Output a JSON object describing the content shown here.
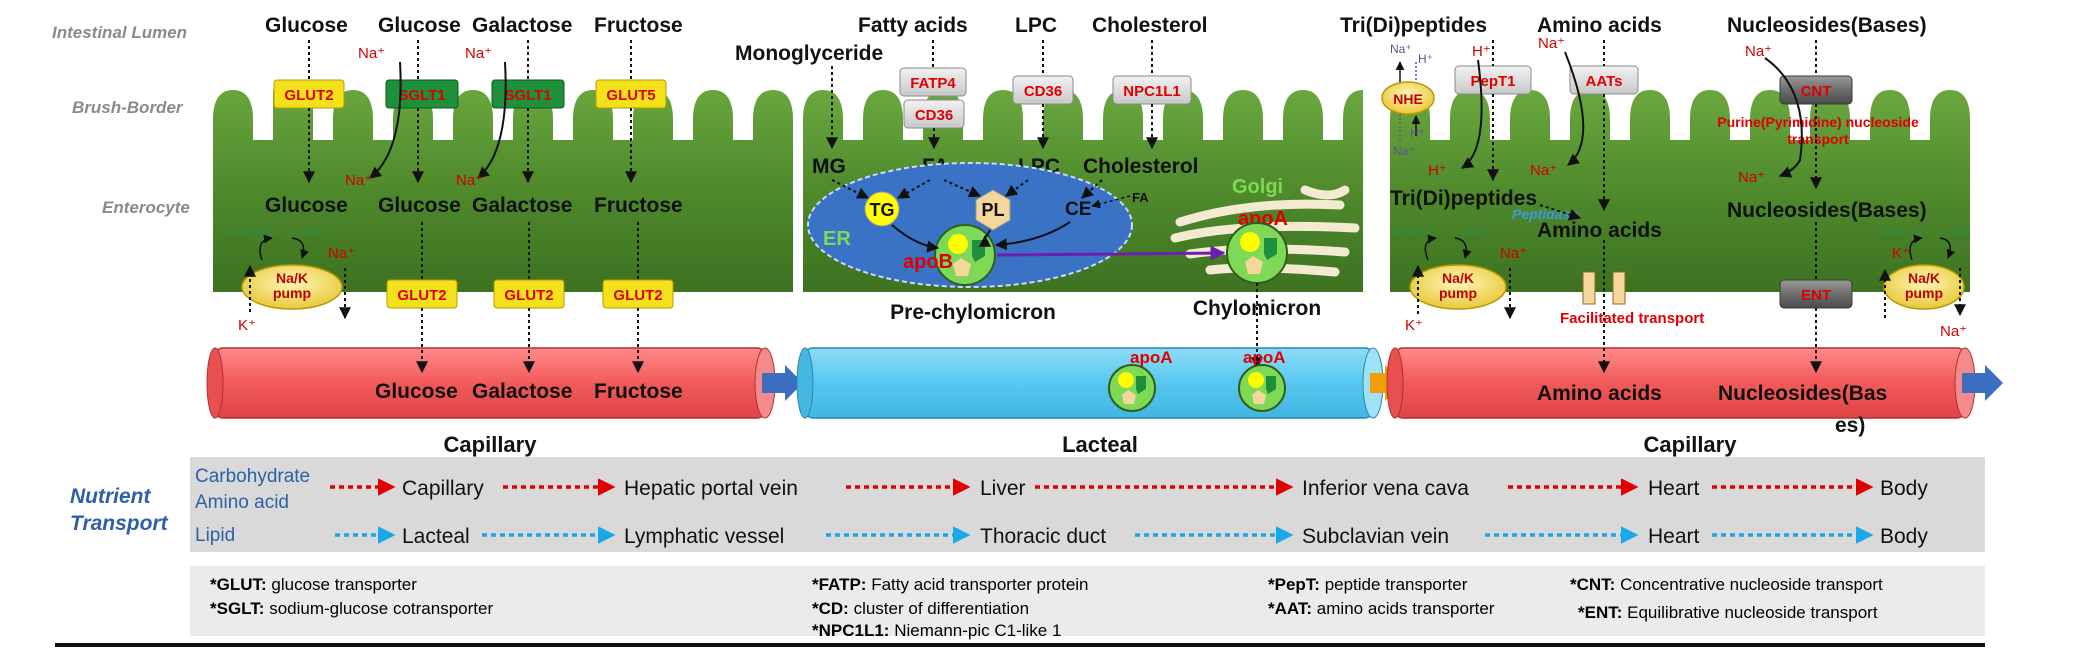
{
  "colors": {
    "enterocyte_green": "#4f8a2c",
    "capillary_red": "#f25a5a",
    "lacteal_blue": "#56c8ef",
    "er_blue": "#3a72c6",
    "glut_yellow": "#f3e11c",
    "sglt_green": "#1e8f3a",
    "route_red": "#e00000",
    "route_blue": "#19a8e8",
    "nutrient_blue": "#2e60a8"
  },
  "side_labels": {
    "lumen": "Intestinal Lumen",
    "brush": "Brush-Border",
    "enterocyte": "Enterocyte"
  },
  "panel1": {
    "lumen_labels": [
      "Glucose",
      "Glucose",
      "Galactose",
      "Fructose"
    ],
    "transporters": [
      "GLUT2",
      "SGLT1",
      "SGLT1",
      "GLUT5"
    ],
    "cell_labels": [
      "Glucose",
      "Glucose",
      "Galactose",
      "Fructose"
    ],
    "basal_transporters": [
      "GLUT2",
      "GLUT2",
      "GLUT2"
    ],
    "capillary_labels": [
      "Glucose",
      "Galactose",
      "Fructose"
    ],
    "na_label": "Na⁺",
    "k_label": "K⁺",
    "adp_label": "ADP+Pi",
    "atp_label": "ATP",
    "pump_label_1": "Na/K",
    "pump_label_2": "pump",
    "vessel_label": "Capillary"
  },
  "panel2": {
    "lumen_labels": [
      "Fatty acids",
      "LPC",
      "Cholesterol"
    ],
    "mono_label": "Monoglyceride",
    "transporters": [
      "FATP4",
      "CD36",
      "CD36",
      "NPC1L1"
    ],
    "cell_labels": [
      "MG",
      "FA",
      "LPC",
      "Cholesterol"
    ],
    "fa_small": "FA",
    "tg": "TG",
    "pl": "PL",
    "ce": "CE",
    "er": "ER",
    "golgi": "Golgi",
    "apob": "apoB",
    "apoa": "apoA",
    "pre_chylo": "Pre-chylomicron",
    "chylo": "Chylomicron",
    "vessel_label": "Lacteal"
  },
  "panel3": {
    "lumen_labels": [
      "Tri(Di)peptides",
      "Amino acids",
      "Nucleosides(Bases)"
    ],
    "transporters": [
      "NHE",
      "PepT1",
      "AATs",
      "CNT"
    ],
    "h_label": "H⁺",
    "na_label": "Na⁺",
    "k_label": "K⁺",
    "cnt_note": [
      "Purine(Pyrimidine) nucleoside",
      "transport"
    ],
    "cell_labels": [
      "Tri(Di)peptides",
      "Amino acids",
      "Nucleosides(Bases)"
    ],
    "peptidase": "Peptidase",
    "adp_label": "ADP+Pi",
    "atp_label": "ATP",
    "pump_label_1": "Na/K",
    "pump_label_2": "pump",
    "facilitated": "Facilitated transport",
    "ent": "ENT",
    "capillary_labels": [
      "Amino acids",
      "Nucleosides(Bas",
      "es)"
    ],
    "vessel_label": "Capillary"
  },
  "nutrient_transport": {
    "title": [
      "Nutrient",
      "Transport"
    ],
    "carb": "Carbohydrate",
    "amino": "Amino acid",
    "lipid": "Lipid",
    "blood_route": [
      "Capillary",
      "Hepatic portal vein",
      "Liver",
      "Inferior vena cava",
      "Heart",
      "Body"
    ],
    "lymph_route": [
      "Lacteal",
      "Lymphatic vessel",
      "Thoracic duct",
      "Subclavian vein",
      "Heart",
      "Body"
    ]
  },
  "legend": [
    {
      "abbr": "*GLUT:",
      "text": " glucose transporter"
    },
    {
      "abbr": "*SGLT:",
      "text": " sodium-glucose cotransporter"
    },
    {
      "abbr": "*FATP:",
      "text": " Fatty acid transporter protein"
    },
    {
      "abbr": "*CD:",
      "text": " cluster of differentiation"
    },
    {
      "abbr": "*NPC1L1:",
      "text": " Niemann-pic C1-like 1"
    },
    {
      "abbr": "*PepT:",
      "text": " peptide transporter"
    },
    {
      "abbr": "*AAT:",
      "text": " amino acids transporter"
    },
    {
      "abbr": "*CNT:",
      "text": " Concentrative nucleoside transport"
    },
    {
      "abbr": "*ENT:",
      "text": " Equilibrative nucleoside transport"
    }
  ]
}
